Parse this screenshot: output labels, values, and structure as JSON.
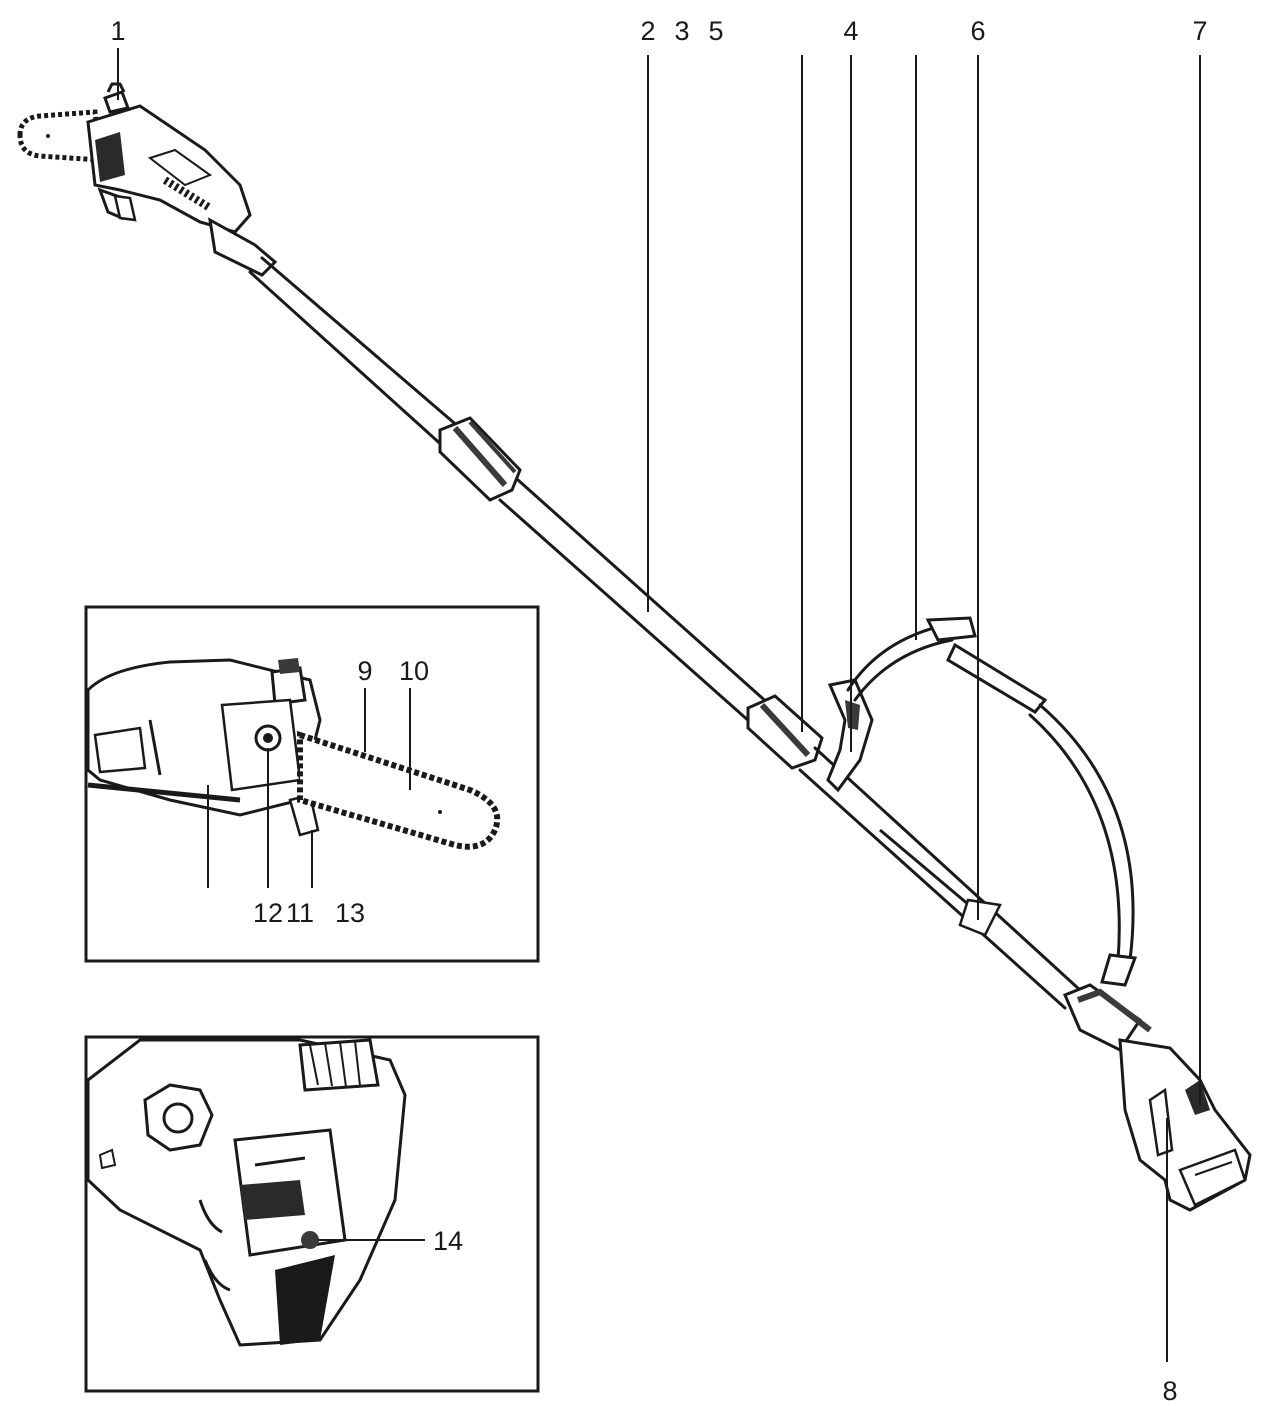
{
  "labels": {
    "l1": "1",
    "l2": "2",
    "l3": "3",
    "l5": "5",
    "l4": "4",
    "l6": "6",
    "l7": "7",
    "l8": "8",
    "l9": "9",
    "l10": "10",
    "l12": "12",
    "l11": "11",
    "l13": "13",
    "l14": "14"
  },
  "colors": {
    "ink": "#1a1a1a",
    "grip": "#555555",
    "metal": "#8a8a8a",
    "paper": "#ffffff"
  }
}
